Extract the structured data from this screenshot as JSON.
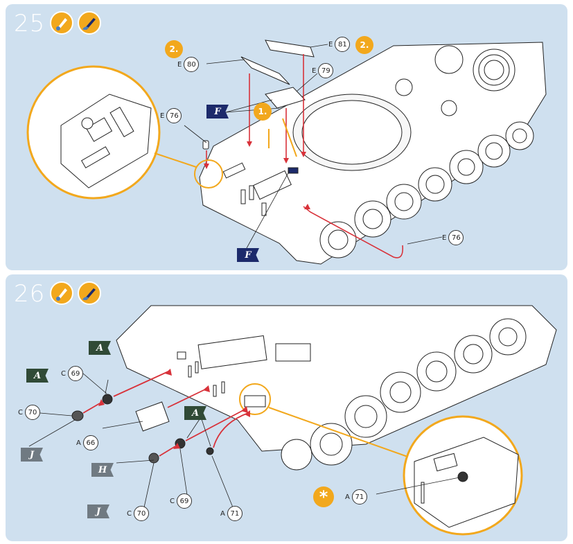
{
  "steps": [
    {
      "number": "25",
      "tools": [
        "glue-brush-icon",
        "paint-brush-icon"
      ],
      "sequence_badges": [
        "2.",
        "1.",
        "2."
      ],
      "parts": [
        {
          "sprue": "E",
          "number": "81"
        },
        {
          "sprue": "E",
          "number": "80"
        },
        {
          "sprue": "E",
          "number": "79"
        },
        {
          "sprue": "E",
          "number": "76"
        },
        {
          "sprue": "E",
          "number": "76"
        }
      ],
      "decals": [
        "F",
        "F"
      ]
    },
    {
      "number": "26",
      "tools": [
        "glue-brush-icon",
        "paint-brush-icon"
      ],
      "parts": [
        {
          "sprue": "C",
          "number": "69"
        },
        {
          "sprue": "C",
          "number": "70"
        },
        {
          "sprue": "A",
          "number": "66"
        },
        {
          "sprue": "C",
          "number": "70"
        },
        {
          "sprue": "C",
          "number": "69"
        },
        {
          "sprue": "A",
          "number": "71"
        },
        {
          "sprue": "A",
          "number": "71"
        }
      ],
      "decals": [
        "A",
        "A",
        "A",
        "J",
        "H",
        "J"
      ],
      "note_symbol": "*"
    }
  ],
  "colors": {
    "panel_bg": "#cfe0ef",
    "accent_orange": "#f2a81d",
    "arrow_red": "#d8323a",
    "decal_navy": "#1c2a6b",
    "decal_green": "#304a36",
    "decal_grey": "#707a82"
  }
}
